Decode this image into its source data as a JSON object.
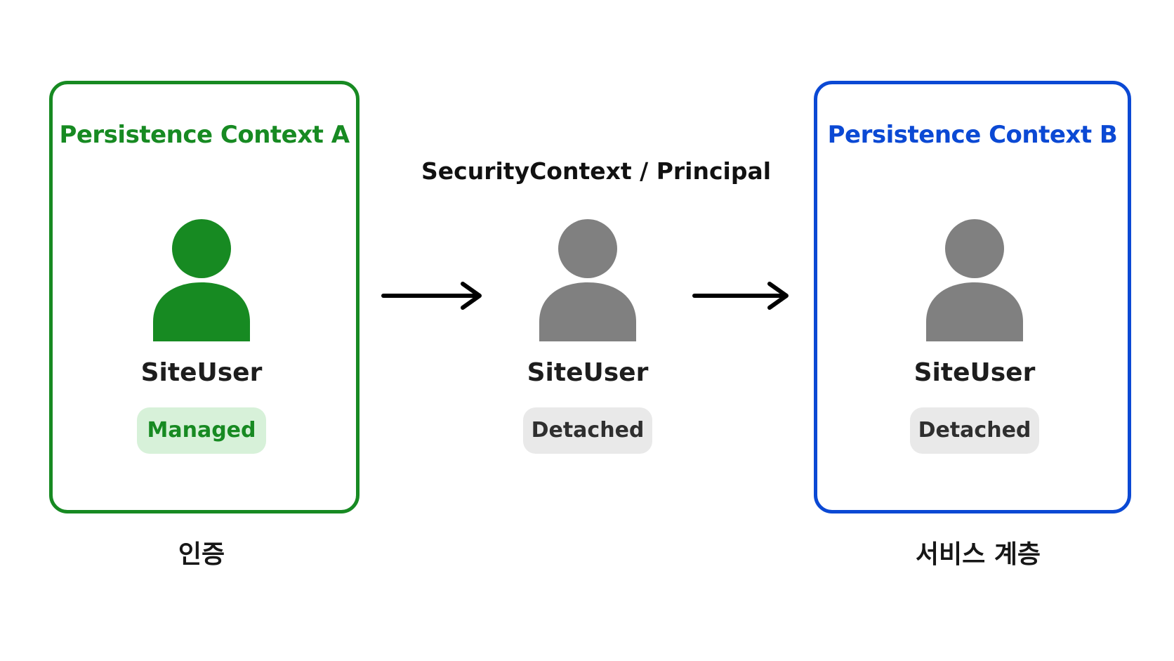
{
  "contexts": {
    "a": {
      "title": "Persistence Context A",
      "color": "#178a22"
    },
    "b": {
      "title": "Persistence Context B",
      "color": "#0b49d4"
    }
  },
  "principal_label": "SecurityContext / Principal",
  "entities": [
    {
      "name": "SiteUser",
      "state": "Managed",
      "icon": "person-icon",
      "icon_color": "#178a22"
    },
    {
      "name": "SiteUser",
      "state": "Detached",
      "icon": "person-icon",
      "icon_color": "#808080"
    },
    {
      "name": "SiteUser",
      "state": "Detached",
      "icon": "person-icon",
      "icon_color": "#808080"
    }
  ],
  "arrows": [
    {
      "icon": "arrow-right-icon"
    },
    {
      "icon": "arrow-right-icon"
    }
  ],
  "layers": {
    "a": "인증",
    "b": "서비스 계층"
  },
  "colors": {
    "managed_badge_bg": "#d7f1d9",
    "detached_badge_bg": "#e9e9e9",
    "arrow": "#000000"
  }
}
